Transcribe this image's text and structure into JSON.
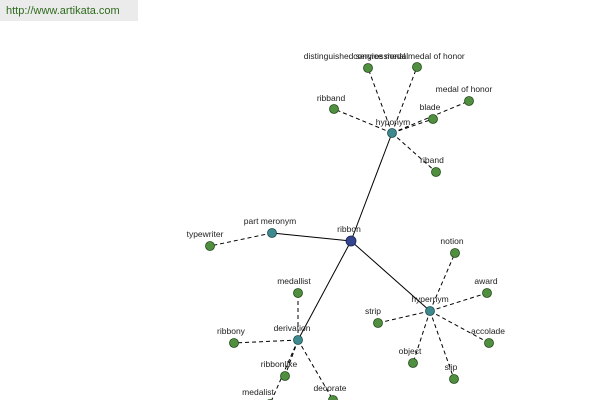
{
  "header": {
    "url": "http://www.artikata.com"
  },
  "graph": {
    "center": {
      "id": "ribbon",
      "label": "ribbon"
    },
    "relations": [
      {
        "id": "hyponym",
        "label": "hyponym"
      },
      {
        "id": "part_meronym",
        "label": "part meronym"
      },
      {
        "id": "hypernym",
        "label": "hypernym"
      },
      {
        "id": "derivation",
        "label": "derivation"
      }
    ],
    "leaves": [
      {
        "rel": "hyponym",
        "label": "distinguished service medal"
      },
      {
        "rel": "hyponym",
        "label": "congressional medal of honor"
      },
      {
        "rel": "hyponym",
        "label": "ribband"
      },
      {
        "rel": "hyponym",
        "label": "medal of honor"
      },
      {
        "rel": "hyponym",
        "label": "blade"
      },
      {
        "rel": "hyponym",
        "label": "riband"
      },
      {
        "rel": "part_meronym",
        "label": "typewriter"
      },
      {
        "rel": "hypernym",
        "label": "notion"
      },
      {
        "rel": "hypernym",
        "label": "award"
      },
      {
        "rel": "hypernym",
        "label": "strip"
      },
      {
        "rel": "hypernym",
        "label": "accolade"
      },
      {
        "rel": "hypernym",
        "label": "object"
      },
      {
        "rel": "hypernym",
        "label": "slip"
      },
      {
        "rel": "derivation",
        "label": "medallist"
      },
      {
        "rel": "derivation",
        "label": "ribbony"
      },
      {
        "rel": "derivation",
        "label": "ribbonlike"
      },
      {
        "rel": "derivation",
        "label": "decorate"
      },
      {
        "rel": "derivation",
        "label": "medalist"
      }
    ],
    "colors": {
      "center": "#34458f",
      "relation": "#3f8a8e",
      "leaf": "#4f8f3f",
      "url": "#2e6b1e"
    }
  }
}
